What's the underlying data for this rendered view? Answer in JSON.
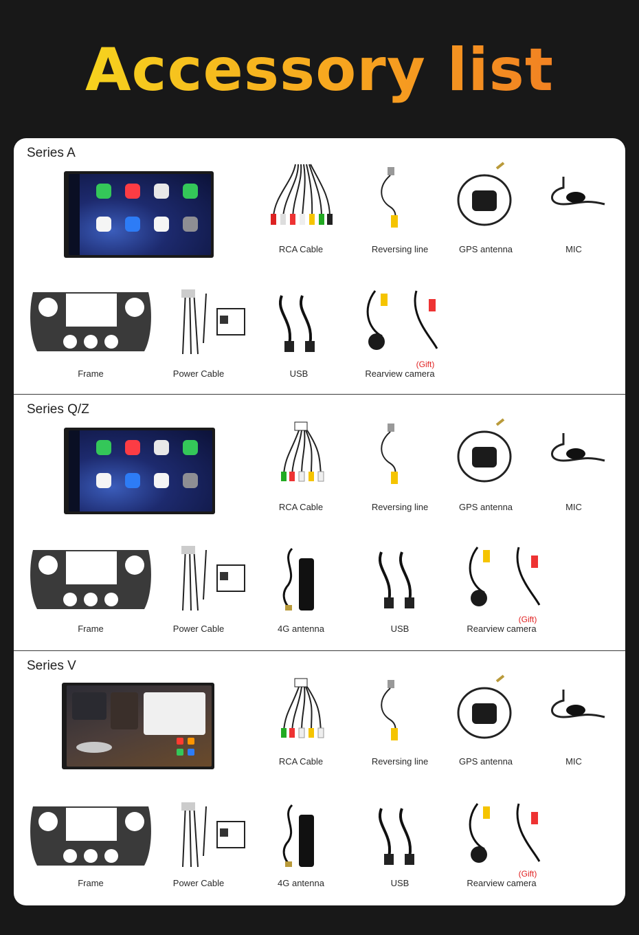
{
  "page_title": "Accessory list",
  "sections": [
    {
      "name": "Series A",
      "row1": [
        "RCA Cable",
        "Reversing line",
        "GPS antenna",
        "MIC"
      ],
      "row2": [
        "Frame",
        "Power Cable",
        "USB",
        "Rearview camera"
      ],
      "gift": "(Gift)"
    },
    {
      "name": "Series Q/Z",
      "row1": [
        "RCA Cable",
        "Reversing line",
        "GPS antenna",
        "MIC"
      ],
      "row2": [
        "Frame",
        "Power Cable",
        "4G antenna",
        "USB",
        "Rearview camera"
      ],
      "gift": "(Gift)"
    },
    {
      "name": "Series V",
      "row1": [
        "RCA Cable",
        "Reversing line",
        "GPS antenna",
        "MIC"
      ],
      "row2": [
        "Frame",
        "Power Cable",
        "4G antenna",
        "USB",
        "Rearview camera"
      ],
      "gift": "(Gift)"
    }
  ],
  "colors": {
    "background": "#181818",
    "card": "#ffffff",
    "title_start": "#f6d31e",
    "title_end": "#f28222",
    "gift": "#e02020"
  }
}
